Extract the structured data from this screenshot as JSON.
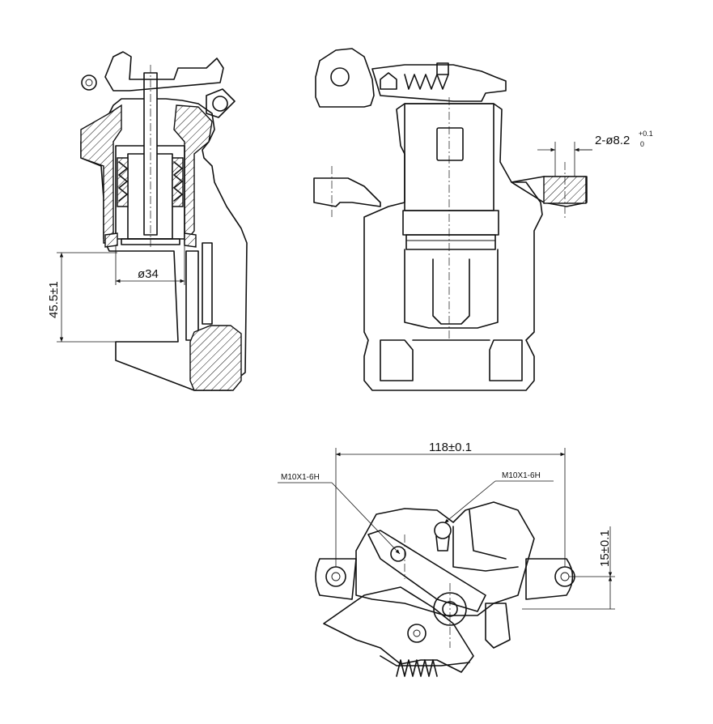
{
  "side_view": {
    "bore_diameter": "ø34",
    "height_dim": "45.5±1"
  },
  "front_view": {
    "hole_dim_main": "2-ø8.2",
    "hole_dim_tol_upper": "+0.1",
    "hole_dim_tol_lower": "0"
  },
  "bottom_view": {
    "width_dim": "118±0.1",
    "offset_dim": "15±0.1",
    "thread_left": "M10X1-6H",
    "thread_right": "M10X1-6H"
  }
}
